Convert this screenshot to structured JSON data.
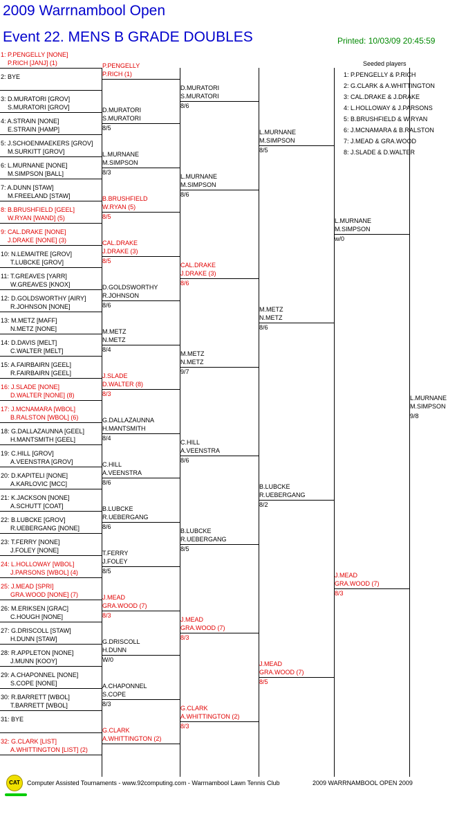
{
  "header": {
    "title": "2009 Warrnambool Open",
    "event": "Event 22. MENS B GRADE DOUBLES",
    "printed": "Printed: 10/03/09 20:45:59"
  },
  "seeds": {
    "heading": "Seeded players",
    "items": [
      "1: P.PENGELLY & P.RICH",
      "2: G.CLARK & A.WHITTINGTON",
      "3: CAL.DRAKE & J.DRAKE",
      "4: L.HOLLOWAY & J.PARSONS",
      "5: B.BRUSHFIELD & W.RYAN",
      "6: J.MCNAMARA & B.RALSTON",
      "7: J.MEAD & GRA.WOOD",
      "8: J.SLADE & D.WALTER"
    ]
  },
  "colors": {
    "seeded": "#e00000",
    "title": "#0000cc",
    "printed": "#008800"
  },
  "round1": [
    {
      "top": "1: P.PENGELLY [NONE]",
      "bottom": "P.RICH [JANJ] (1)",
      "seeded": true
    },
    {
      "top": "2: BYE",
      "bottom": "",
      "seeded": false
    },
    {
      "top": "3: D.MURATORI [GROV]",
      "bottom": "S.MURATORI [GROV]",
      "seeded": false
    },
    {
      "top": "4: A.STRAIN [NONE]",
      "bottom": "E.STRAIN [HAMP]",
      "seeded": false
    },
    {
      "top": "5: J.SCHOENMAEKERS [GROV]",
      "bottom": "M.SURKITT [GROV]",
      "seeded": false
    },
    {
      "top": "6: L.MURNANE [NONE]",
      "bottom": "M.SIMPSON [BALL]",
      "seeded": false
    },
    {
      "top": "7: A.DUNN [STAW]",
      "bottom": "M.FREELAND [STAW]",
      "seeded": false
    },
    {
      "top": "8: B.BRUSHFIELD [GEEL]",
      "bottom": "W.RYAN [WAND] (5)",
      "seeded": true
    },
    {
      "top": "9: CAL.DRAKE [NONE]",
      "bottom": "J.DRAKE [NONE] (3)",
      "seeded": true
    },
    {
      "top": "10: N.LEMAITRE [GROV]",
      "bottom": "T.LUBCKE [GROV]",
      "seeded": false
    },
    {
      "top": "11: T.GREAVES [YARR]",
      "bottom": "W.GREAVES [KNOX]",
      "seeded": false
    },
    {
      "top": "12: D.GOLDSWORTHY [AIRY]",
      "bottom": "R.JOHNSON [NONE]",
      "seeded": false
    },
    {
      "top": "13: M.METZ [MAFF]",
      "bottom": "N.METZ [NONE]",
      "seeded": false
    },
    {
      "top": "14: D.DAVIS [MELT]",
      "bottom": "C.WALTER [MELT]",
      "seeded": false
    },
    {
      "top": "15: A.FAIRBAIRN [GEEL]",
      "bottom": "R.FAIRBAIRN [GEEL]",
      "seeded": false
    },
    {
      "top": "16: J.SLADE [NONE]",
      "bottom": "D.WALTER [NONE] (8)",
      "seeded": true
    },
    {
      "top": "17: J.MCNAMARA [WBOL]",
      "bottom": "B.RALSTON [WBOL] (6)",
      "seeded": true
    },
    {
      "top": "18: G.DALLAZAUNNA [GEEL]",
      "bottom": "H.MANTSMITH [GEEL]",
      "seeded": false
    },
    {
      "top": "19: C.HILL [GROV]",
      "bottom": "A.VEENSTRA [GROV]",
      "seeded": false
    },
    {
      "top": "20: D.KAPITELI [NONE]",
      "bottom": "A.KARLOVIC [MCC]",
      "seeded": false
    },
    {
      "top": "21: K.JACKSON [NONE]",
      "bottom": "A.SCHUTT [COAT]",
      "seeded": false
    },
    {
      "top": "22: B.LUBCKE [GROV]",
      "bottom": "R.UEBERGANG [NONE]",
      "seeded": false
    },
    {
      "top": "23: T.FERRY [NONE]",
      "bottom": "J.FOLEY [NONE]",
      "seeded": false
    },
    {
      "top": "24: L.HOLLOWAY [WBOL]",
      "bottom": "J.PARSONS [WBOL] (4)",
      "seeded": true
    },
    {
      "top": "25: J.MEAD [SPRI]",
      "bottom": "GRA.WOOD [NONE] (7)",
      "seeded": true
    },
    {
      "top": "26: M.ERIKSEN [GRAC]",
      "bottom": "C.HOUGH [NONE]",
      "seeded": false
    },
    {
      "top": "27: G.DRISCOLL [STAW]",
      "bottom": "H.DUNN [STAW]",
      "seeded": false
    },
    {
      "top": "28: R.APPLETON [NONE]",
      "bottom": "J.MUNN [KOOY]",
      "seeded": false
    },
    {
      "top": "29: A.CHAPONNEL [NONE]",
      "bottom": "S.COPE [NONE]",
      "seeded": false
    },
    {
      "top": "30: R.BARRETT [WBOL]",
      "bottom": "T.BARRETT [WBOL]",
      "seeded": false
    },
    {
      "top": "31: BYE",
      "bottom": "",
      "seeded": false
    },
    {
      "top": "32: G.CLARK [LIST]",
      "bottom": "A.WHITTINGTON [LIST] (2)",
      "seeded": true
    }
  ],
  "round2": [
    {
      "top": "P.PENGELLY",
      "bottom": "P.RICH (1)",
      "score": "",
      "seeded": true
    },
    {
      "top": "D.MURATORI",
      "bottom": "S.MURATORI",
      "score": "8/5",
      "seeded": false
    },
    {
      "top": "L.MURNANE",
      "bottom": "M.SIMPSON",
      "score": "8/3",
      "seeded": false
    },
    {
      "top": "B.BRUSHFIELD",
      "bottom": "W.RYAN (5)",
      "score": "8/5",
      "seeded": true
    },
    {
      "top": "CAL.DRAKE",
      "bottom": "J.DRAKE (3)",
      "score": "8/5",
      "seeded": true
    },
    {
      "top": "D.GOLDSWORTHY",
      "bottom": "R.JOHNSON",
      "score": "8/6",
      "seeded": false
    },
    {
      "top": "M.METZ",
      "bottom": "N.METZ",
      "score": "8/4",
      "seeded": false
    },
    {
      "top": "J.SLADE",
      "bottom": "D.WALTER (8)",
      "score": "8/3",
      "seeded": true
    },
    {
      "top": "G.DALLAZAUNNA",
      "bottom": "H.MANTSMITH",
      "score": "8/4",
      "seeded": false
    },
    {
      "top": "C.HILL",
      "bottom": "A.VEENSTRA",
      "score": "8/6",
      "seeded": false
    },
    {
      "top": "B.LUBCKE",
      "bottom": "R.UEBERGANG",
      "score": "8/6",
      "seeded": false
    },
    {
      "top": "T.FERRY",
      "bottom": "J.FOLEY",
      "score": "8/5",
      "seeded": false
    },
    {
      "top": "J.MEAD",
      "bottom": "GRA.WOOD (7)",
      "score": "8/3",
      "seeded": true
    },
    {
      "top": "G.DRISCOLL",
      "bottom": "H.DUNN",
      "score": "W/0",
      "seeded": false
    },
    {
      "top": "A.CHAPONNEL",
      "bottom": "S.COPE",
      "score": "8/3",
      "seeded": false
    },
    {
      "top": "G.CLARK",
      "bottom": "A.WHITTINGTON (2)",
      "score": "",
      "seeded": true
    }
  ],
  "round3": [
    {
      "top": "D.MURATORI",
      "bottom": "S.MURATORI",
      "score": "8/6",
      "seeded": false
    },
    {
      "top": "L.MURNANE",
      "bottom": "M.SIMPSON",
      "score": "8/6",
      "seeded": false
    },
    {
      "top": "CAL.DRAKE",
      "bottom": "J.DRAKE (3)",
      "score": "8/6",
      "seeded": true
    },
    {
      "top": "M.METZ",
      "bottom": "N.METZ",
      "score": "9/7",
      "seeded": false
    },
    {
      "top": "C.HILL",
      "bottom": "A.VEENSTRA",
      "score": "8/6",
      "seeded": false
    },
    {
      "top": "B.LUBCKE",
      "bottom": "R.UEBERGANG",
      "score": "8/5",
      "seeded": false
    },
    {
      "top": "J.MEAD",
      "bottom": "GRA.WOOD (7)",
      "score": "8/3",
      "seeded": true
    },
    {
      "top": "G.CLARK",
      "bottom": "A.WHITTINGTON (2)",
      "score": "8/3",
      "seeded": true
    }
  ],
  "round4": [
    {
      "top": "L.MURNANE",
      "bottom": "M.SIMPSON",
      "score": "8/5",
      "seeded": false
    },
    {
      "top": "M.METZ",
      "bottom": "N.METZ",
      "score": "8/6",
      "seeded": false
    },
    {
      "top": "B.LUBCKE",
      "bottom": "R.UEBERGANG",
      "score": "8/2",
      "seeded": false
    },
    {
      "top": "J.MEAD",
      "bottom": "GRA.WOOD (7)",
      "score": "8/5",
      "seeded": true
    }
  ],
  "round5": [
    {
      "top": "L.MURNANE",
      "bottom": "M.SIMPSON",
      "score": "w/0",
      "seeded": false
    },
    {
      "top": "J.MEAD",
      "bottom": "GRA.WOOD (7)",
      "score": "8/3",
      "seeded": true
    }
  ],
  "round6": [
    {
      "top": "L.MURNANE",
      "bottom": "M.SIMPSON",
      "score": "9/8",
      "seeded": false
    }
  ],
  "footer": {
    "logo_text": "CAT",
    "left": "Computer Assisted Tournaments - www.92computing.com -  Warrnambool Lawn Tennis Club",
    "right": "2009 WARRNAMBOOL OPEN 2009"
  }
}
